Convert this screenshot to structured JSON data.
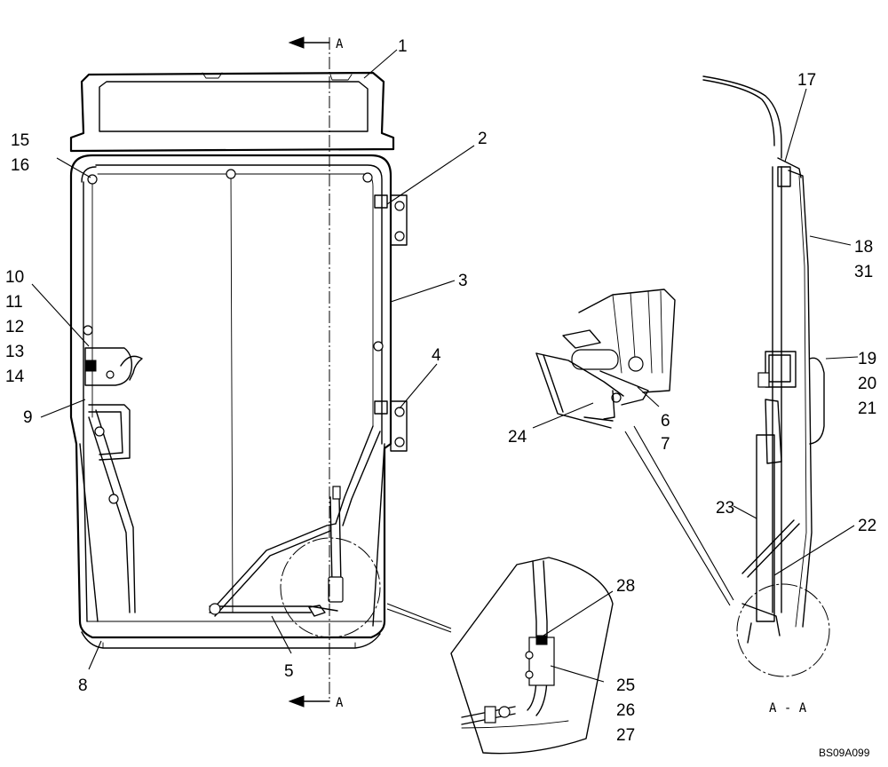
{
  "diagram": {
    "section_label": "A - A",
    "section_marker": "A",
    "drawing_ref": "BS09A099",
    "callouts": [
      "1",
      "2",
      "3",
      "4",
      "5",
      "6",
      "7",
      "8",
      "9",
      "10",
      "11",
      "12",
      "13",
      "14",
      "15",
      "16",
      "17",
      "18",
      "19",
      "20",
      "21",
      "22",
      "23",
      "24",
      "25",
      "26",
      "27",
      "28",
      "31"
    ]
  }
}
